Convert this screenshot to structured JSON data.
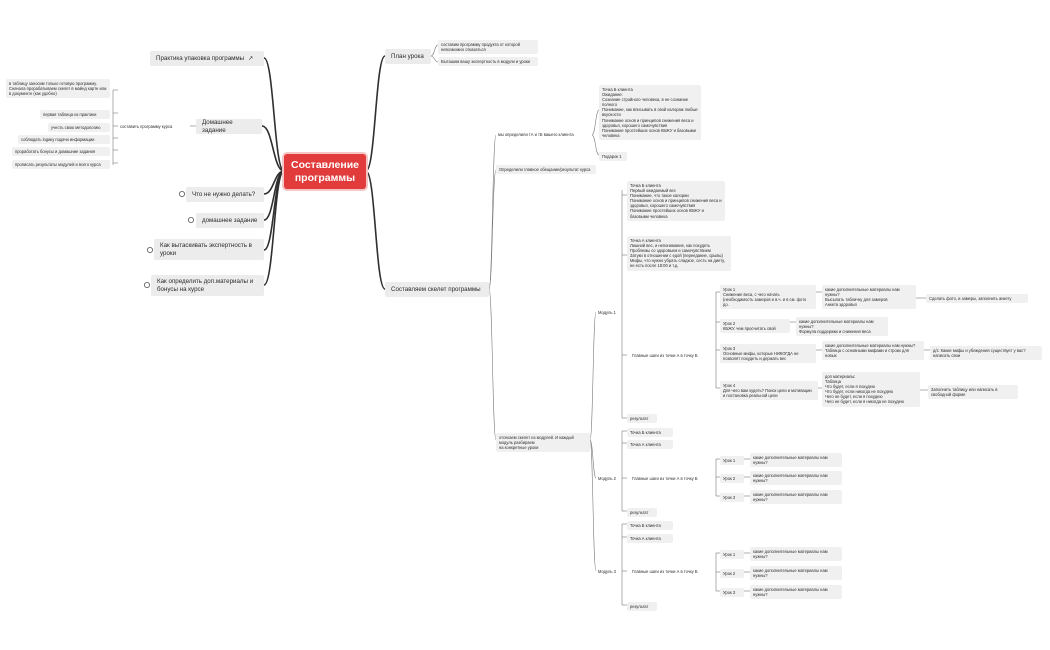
{
  "central": "Составление программы",
  "left": {
    "practice": "Практика упаковка программы",
    "homework": "Домашнее задание",
    "homework_mid": "составить программу курса",
    "homework_note": "в таблицу заносим только готовую программу. Сначала прорабатываем скелет в майнд карте или в документе (как удобно)",
    "homework_items": [
      "первая таблица из практики",
      "учесть свою методологию",
      "соблюдать logику подачи информации",
      "проработать бонусы и домашние задания",
      "прописать результаты модулей и всего курса"
    ],
    "not_to_do": "Что не нужно делать?",
    "dz": "домашнее задание",
    "expertise": "Как вытаскивать экспертность в уроки",
    "materials": "Как определить доп.материалы и бонусы на курсе"
  },
  "right": {
    "plan": "План урока",
    "plan_items": [
      "составим программу продукта от которой невозможно отказаться",
      "Выташим вашу экспертность в модули и уроки"
    ],
    "skeleton": "Составляем скелет программы",
    "s1": "мы определили тА и тБ вашего клиента",
    "s1_box": "Точка Б клиента\nОжидание:\nСознание стройного человека, в не сознание полного\nПонимание, как вписывать в свой калораж любые вкусности\nПонимание основ и принципов снижения веса и здоровья, хорошего самочувствия\nПонимание простейших основ КБЖУ и базовыми человека",
    "s1_gift": "Подарок 1",
    "s2": "Определили главное обещание/результат курса",
    "s3": "отсекаем скелет из модулей. И каждый модуль разбираем\nна конкретные уроки",
    "m1": "Модуль 1",
    "m1_tb": "Точка Б клиента\nПервый ожидаемый вес\nПонимание, что такое калории\nПонимание основ и принципов снижения веса и здоровья, хорошего самочувствия\nПонимание простейших основ КБЖУ и базовыми человека",
    "m1_ta": "Точка А клиента\nЛишний вес, и непонимание, как похудеть\nПроблемы со здоровьем и самочувствием\nЗатуки в отношении с едой (переедание, срывы)\nМифы, что нужно убрать сладкое, сесть на диету, не есть после 18:00 и т.д.",
    "m1_steps": "Главные шаги из точки А в точку Б",
    "m1_lessons": [
      {
        "t": "Урок 1\nСнижение веса, с чего начать\n(необходимость замеров и в.ч. и в см. фото до.",
        "q": "какие дополнительные материалы нам нужны?\nВысылать табличку для замеров\nАнкета здоровья",
        "a": "Сделать фото, и замеры, заполнить анкету"
      },
      {
        "t": "Урок 2\nКБЖУ. чем просчитать свой",
        "q": "какие дополнительные материалы нам нужны?\nФормула поддержки и снижения веса",
        "a": ""
      },
      {
        "t": "Урок 3\nОсновные мифы, которые НИКОГДА не позволят похудеть и держать вес",
        "q": "какие дополнительные материалы нам нужны?\nТаблица с основными мифами и строки для новых",
        "a": "д/з: Какие мифы и убеждения существует у вас? написать свои"
      },
      {
        "t": "Урок 4\nДля чего вам худеть? Поиск цели и мотивации и постановка реальной цели",
        "q": "доп материалы:\nТаблица\nЧто будет, если я похудею\nЧто будет, если никогда не похудею\nЧего не будет, если я похудею\nЧего не будет, если я никогда не похудею",
        "a": "Заполнить таблицу или написать в свободной форме"
      }
    ],
    "result": "результат",
    "m2": "Модуль 2",
    "m3": "Модуль 3",
    "tb_short": "Точка Б клиента",
    "ta_short": "Точка А клиента",
    "steps_short": "Главные шаги из точки А в точку Б",
    "lesson_labels": [
      "Урок 1",
      "Урок 2",
      "Урок 3"
    ],
    "lesson_q": "какие дополнительные материалы нам нужны?"
  }
}
